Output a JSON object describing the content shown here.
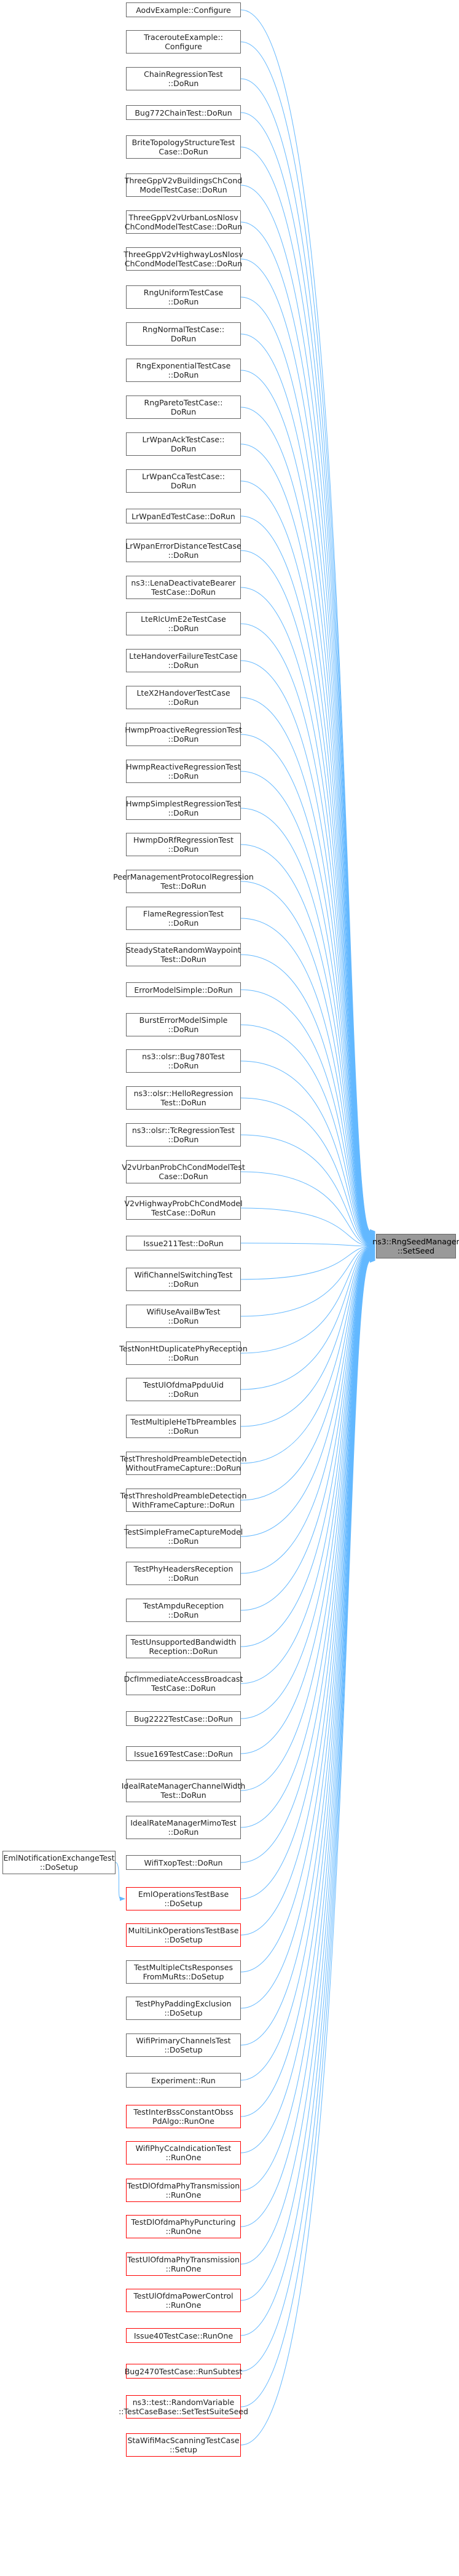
{
  "colors": {
    "edge": "#63b8ff",
    "node_border": "#666666",
    "node_border_red": "#ff0000",
    "target_fill": "#999999"
  },
  "target": {
    "lines": [
      "ns3::RngSeedManager",
      "::SetSeed"
    ]
  },
  "external": {
    "lines": [
      "EmlNotificationExchangeTest",
      "::DoSetup"
    ]
  },
  "callers": [
    {
      "lines": [
        "AodvExample::Configure"
      ],
      "red": false
    },
    {
      "lines": [
        "TracerouteExample::",
        "Configure"
      ],
      "red": false
    },
    {
      "lines": [
        "ChainRegressionTest",
        "::DoRun"
      ],
      "red": false
    },
    {
      "lines": [
        "Bug772ChainTest::DoRun"
      ],
      "red": false
    },
    {
      "lines": [
        "BriteTopologyStructureTest",
        "Case::DoRun"
      ],
      "red": false
    },
    {
      "lines": [
        "ThreeGppV2vBuildingsChCond",
        "ModelTestCase::DoRun"
      ],
      "red": false
    },
    {
      "lines": [
        "ThreeGppV2vUrbanLosNlosv",
        "ChCondModelTestCase::DoRun"
      ],
      "red": false
    },
    {
      "lines": [
        "ThreeGppV2vHighwayLosNlosv",
        "ChCondModelTestCase::DoRun"
      ],
      "red": false
    },
    {
      "lines": [
        "RngUniformTestCase",
        "::DoRun"
      ],
      "red": false
    },
    {
      "lines": [
        "RngNormalTestCase::",
        "DoRun"
      ],
      "red": false
    },
    {
      "lines": [
        "RngExponentialTestCase",
        "::DoRun"
      ],
      "red": false
    },
    {
      "lines": [
        "RngParetoTestCase::",
        "DoRun"
      ],
      "red": false
    },
    {
      "lines": [
        "LrWpanAckTestCase::",
        "DoRun"
      ],
      "red": false
    },
    {
      "lines": [
        "LrWpanCcaTestCase::",
        "DoRun"
      ],
      "red": false
    },
    {
      "lines": [
        "LrWpanEdTestCase::DoRun"
      ],
      "red": false
    },
    {
      "lines": [
        "LrWpanErrorDistanceTestCase",
        "::DoRun"
      ],
      "red": false
    },
    {
      "lines": [
        "ns3::LenaDeactivateBearer",
        "TestCase::DoRun"
      ],
      "red": false
    },
    {
      "lines": [
        "LteRlcUmE2eTestCase",
        "::DoRun"
      ],
      "red": false
    },
    {
      "lines": [
        "LteHandoverFailureTestCase",
        "::DoRun"
      ],
      "red": false
    },
    {
      "lines": [
        "LteX2HandoverTestCase",
        "::DoRun"
      ],
      "red": false
    },
    {
      "lines": [
        "HwmpProactiveRegressionTest",
        "::DoRun"
      ],
      "red": false
    },
    {
      "lines": [
        "HwmpReactiveRegressionTest",
        "::DoRun"
      ],
      "red": false
    },
    {
      "lines": [
        "HwmpSimplestRegressionTest",
        "::DoRun"
      ],
      "red": false
    },
    {
      "lines": [
        "HwmpDoRfRegressionTest",
        "::DoRun"
      ],
      "red": false
    },
    {
      "lines": [
        "PeerManagementProtocolRegression",
        "Test::DoRun"
      ],
      "red": false
    },
    {
      "lines": [
        "FlameRegressionTest",
        "::DoRun"
      ],
      "red": false
    },
    {
      "lines": [
        "SteadyStateRandomWaypoint",
        "Test::DoRun"
      ],
      "red": false
    },
    {
      "lines": [
        "ErrorModelSimple::DoRun"
      ],
      "red": false
    },
    {
      "lines": [
        "BurstErrorModelSimple",
        "::DoRun"
      ],
      "red": false
    },
    {
      "lines": [
        "ns3::olsr::Bug780Test",
        "::DoRun"
      ],
      "red": false
    },
    {
      "lines": [
        "ns3::olsr::HelloRegression",
        "Test::DoRun"
      ],
      "red": false
    },
    {
      "lines": [
        "ns3::olsr::TcRegressionTest",
        "::DoRun"
      ],
      "red": false
    },
    {
      "lines": [
        "V2vUrbanProbChCondModelTest",
        "Case::DoRun"
      ],
      "red": false
    },
    {
      "lines": [
        "V2vHighwayProbChCondModel",
        "TestCase::DoRun"
      ],
      "red": false
    },
    {
      "lines": [
        "Issue211Test::DoRun"
      ],
      "red": false
    },
    {
      "lines": [
        "WifiChannelSwitchingTest",
        "::DoRun"
      ],
      "red": false
    },
    {
      "lines": [
        "WifiUseAvailBwTest",
        "::DoRun"
      ],
      "red": false
    },
    {
      "lines": [
        "TestNonHtDuplicatePhyReception",
        "::DoRun"
      ],
      "red": false
    },
    {
      "lines": [
        "TestUlOfdmaPpduUid",
        "::DoRun"
      ],
      "red": false
    },
    {
      "lines": [
        "TestMultipleHeTbPreambles",
        "::DoRun"
      ],
      "red": false
    },
    {
      "lines": [
        "TestThresholdPreambleDetection",
        "WithoutFrameCapture::DoRun"
      ],
      "red": false
    },
    {
      "lines": [
        "TestThresholdPreambleDetection",
        "WithFrameCapture::DoRun"
      ],
      "red": false
    },
    {
      "lines": [
        "TestSimpleFrameCaptureModel",
        "::DoRun"
      ],
      "red": false
    },
    {
      "lines": [
        "TestPhyHeadersReception",
        "::DoRun"
      ],
      "red": false
    },
    {
      "lines": [
        "TestAmpduReception",
        "::DoRun"
      ],
      "red": false
    },
    {
      "lines": [
        "TestUnsupportedBandwidth",
        "Reception::DoRun"
      ],
      "red": false
    },
    {
      "lines": [
        "DcfImmediateAccessBroadcast",
        "TestCase::DoRun"
      ],
      "red": false
    },
    {
      "lines": [
        "Bug2222TestCase::DoRun"
      ],
      "red": false
    },
    {
      "lines": [
        "Issue169TestCase::DoRun"
      ],
      "red": false
    },
    {
      "lines": [
        "IdealRateManagerChannelWidth",
        "Test::DoRun"
      ],
      "red": false
    },
    {
      "lines": [
        "IdealRateManagerMimoTest",
        "::DoRun"
      ],
      "red": false
    },
    {
      "lines": [
        "WifiTxopTest::DoRun"
      ],
      "red": false
    },
    {
      "lines": [
        "EmlOperationsTestBase",
        "::DoSetup"
      ],
      "red": true
    },
    {
      "lines": [
        "MultiLinkOperationsTestBase",
        "::DoSetup"
      ],
      "red": true
    },
    {
      "lines": [
        "TestMultipleCtsResponses",
        "FromMuRts::DoSetup"
      ],
      "red": false
    },
    {
      "lines": [
        "TestPhyPaddingExclusion",
        "::DoSetup"
      ],
      "red": false
    },
    {
      "lines": [
        "WifiPrimaryChannelsTest",
        "::DoSetup"
      ],
      "red": false
    },
    {
      "lines": [
        "Experiment::Run"
      ],
      "red": false
    },
    {
      "lines": [
        "TestInterBssConstantObss",
        "PdAlgo::RunOne"
      ],
      "red": true
    },
    {
      "lines": [
        "WifiPhyCcaIndicationTest",
        "::RunOne"
      ],
      "red": true
    },
    {
      "lines": [
        "TestDlOfdmaPhyTransmission",
        "::RunOne"
      ],
      "red": true
    },
    {
      "lines": [
        "TestDlOfdmaPhyPuncturing",
        "::RunOne"
      ],
      "red": true
    },
    {
      "lines": [
        "TestUlOfdmaPhyTransmission",
        "::RunOne"
      ],
      "red": true
    },
    {
      "lines": [
        "TestUlOfdmaPowerControl",
        "::RunOne"
      ],
      "red": true
    },
    {
      "lines": [
        "Issue40TestCase::RunOne"
      ],
      "red": true
    },
    {
      "lines": [
        "Bug2470TestCase::RunSubtest"
      ],
      "red": true
    },
    {
      "lines": [
        "ns3::test::RandomVariable",
        "::TestCaseBase::SetTestSuiteSeed"
      ],
      "red": true
    },
    {
      "lines": [
        "StaWifiMacScanningTestCase",
        "::Setup"
      ],
      "red": true
    }
  ]
}
